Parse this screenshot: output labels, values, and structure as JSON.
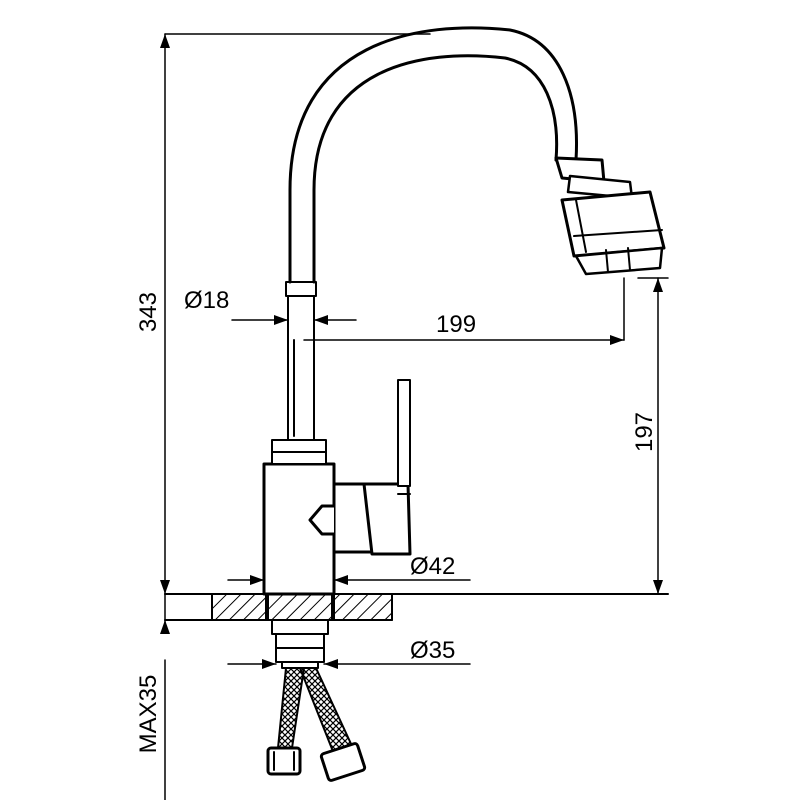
{
  "dimensions": {
    "total_height": "343",
    "hose_diameter": "Ø18",
    "spout_reach": "199",
    "spout_height": "197",
    "body_diameter": "Ø42",
    "shank_diameter": "Ø35",
    "max_countertop": "MAX35"
  },
  "colors": {
    "line": "#000000",
    "background": "#ffffff"
  }
}
